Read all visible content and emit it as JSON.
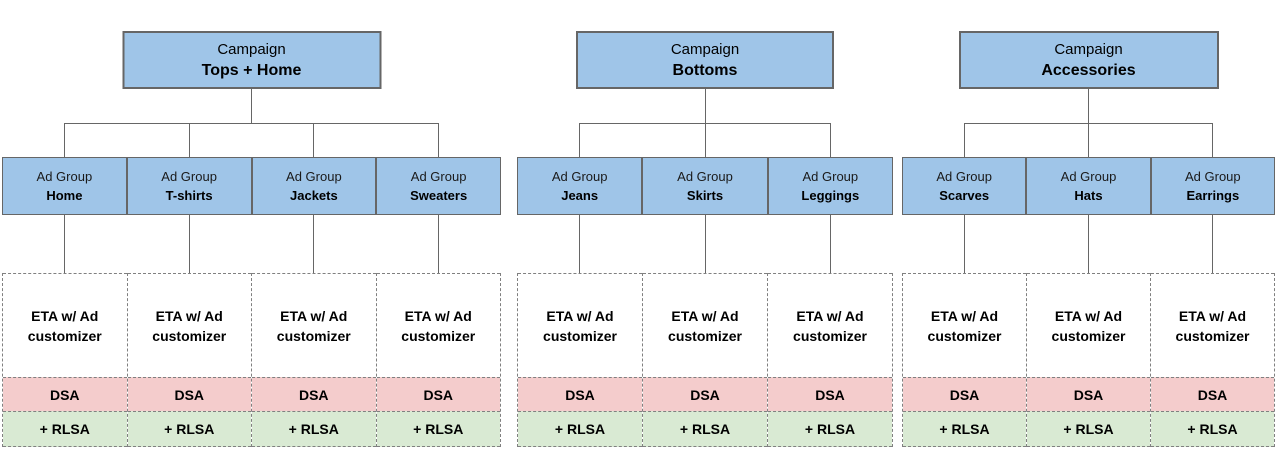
{
  "diagram": {
    "campaign_label": "Campaign",
    "ad_group_label": "Ad Group",
    "ad_unit_labels": {
      "eta": "ETA w/ Ad customizer",
      "dsa": "DSA",
      "rlsa": "+ RLSA"
    },
    "groups": [
      {
        "campaign_name": "Tops + Home",
        "ad_groups": [
          "Home",
          "T-shirts",
          "Jackets",
          "Sweaters"
        ]
      },
      {
        "campaign_name": "Bottoms",
        "ad_groups": [
          "Jeans",
          "Skirts",
          "Leggings"
        ]
      },
      {
        "campaign_name": "Accessories",
        "ad_groups": [
          "Scarves",
          "Hats",
          "Earrings"
        ]
      }
    ],
    "colors": {
      "box_fill": "#9fc5e8",
      "box_border": "#666666",
      "connector": "#666666",
      "dsa_fill": "#f4cccc",
      "rlsa_fill": "#d9ead3",
      "dashed_border": "#808080"
    }
  }
}
